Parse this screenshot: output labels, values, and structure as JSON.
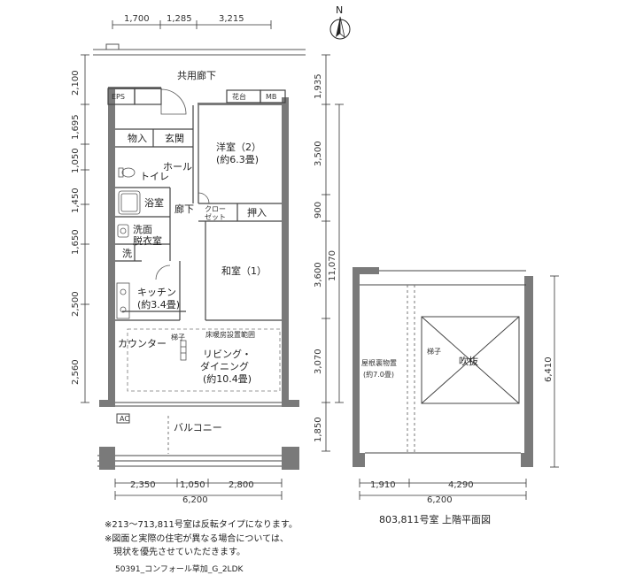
{
  "colors": {
    "wall": "#7a7a7a",
    "line": "#444444",
    "dash": "#777777",
    "paper": "#ffffff"
  },
  "icons": [
    "north-arrow-icon",
    "toilet-icon",
    "bathtub-icon",
    "washbasin-icon",
    "kitchen-counter-icon",
    "door-swing-icon"
  ],
  "compass": {
    "label": "N"
  },
  "dims": {
    "top": [
      "1,700",
      "1,285",
      "3,215"
    ],
    "left": [
      "2,100",
      "1,695",
      "1,050",
      "1,450",
      "1,650",
      "2,500",
      "2,560"
    ],
    "right": [
      "1,935",
      "3,500",
      "900",
      "3,600",
      "3,070",
      "1,850"
    ],
    "right_total": "11,070",
    "bottom": [
      "2,350",
      "1,050",
      "2,800"
    ],
    "bottom_total": "6,200",
    "upper_bottom": [
      "1,910",
      "4,290"
    ],
    "upper_bottom_total": "6,200",
    "upper_right": "6,410"
  },
  "rooms": {
    "corridor": "共用廊下",
    "eps": "EPS",
    "flower": "花台",
    "mb": "MB",
    "storage": "物入",
    "entrance": "玄関",
    "western_room": "洋室（2）",
    "western_size": "(約6.3畳)",
    "toilet": "トイレ",
    "hall": "ホール",
    "bath": "浴室",
    "hallway": "廊下",
    "closet_1": "クロー",
    "closet_2": "ゼット",
    "oshiire": "押入",
    "washroom_1": "洗面",
    "washroom_2": "脱衣室",
    "washer": "洗",
    "japanese_room": "和室（1）",
    "kitchen": "キッチン",
    "kitchen_size": "(約3.4畳)",
    "counter": "カウンター",
    "stairs": "梯子",
    "floor_heating": "床暖房設置範囲",
    "living_1": "リビング・",
    "living_2": "ダイニング",
    "living_size": "(約10.4畳)",
    "ac": "AC",
    "balcony": "バルコニー"
  },
  "upper": {
    "attic": "屋根裏物置",
    "attic_size": "(約7.0畳)",
    "stairs": "梯子",
    "void": "吹抜",
    "caption": "803,811号室 上階平面図"
  },
  "notes": [
    "※213〜713,811号室は反転タイプになります。",
    "※図面と実際の住宅が異なる場合については、",
    "　現状を優先させていただきます。"
  ],
  "footer": "50391_コンフォール草加_G_2LDK"
}
